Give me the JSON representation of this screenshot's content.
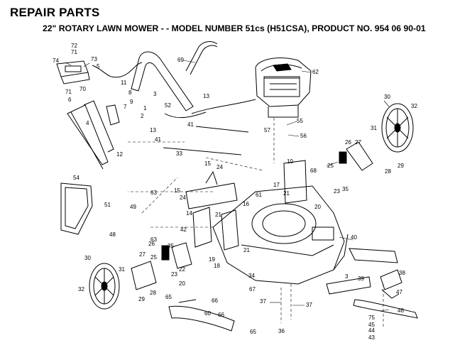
{
  "header": {
    "title": "REPAIR PARTS",
    "subtitle": "22\" ROTARY LAWN MOWER - - MODEL NUMBER 51cs (H51CSA), PRODUCT NO. 954 06 90-01"
  },
  "callouts": [
    "72",
    "71",
    "74",
    "73",
    "5",
    "70",
    "71",
    "6",
    "69",
    "62",
    "8",
    "3",
    "11",
    "9",
    "13",
    "7",
    "52",
    "1",
    "2",
    "13",
    "4",
    "41",
    "55",
    "57",
    "56",
    "30",
    "32",
    "31",
    "26",
    "27",
    "12",
    "41",
    "33",
    "25",
    "28",
    "29",
    "15",
    "24",
    "10",
    "68",
    "54",
    "23",
    "35",
    "15",
    "24",
    "63",
    "17",
    "21",
    "61",
    "20",
    "49",
    "51",
    "14",
    "21",
    "16",
    "42",
    "48",
    "63",
    "40",
    "26",
    "35",
    "27",
    "22",
    "25",
    "19",
    "21",
    "18",
    "3",
    "34",
    "30",
    "31",
    "23",
    "20",
    "39",
    "38",
    "32",
    "28",
    "29",
    "67",
    "65",
    "66",
    "60",
    "66",
    "37",
    "37",
    "47",
    "46",
    "75",
    "45",
    "44",
    "43",
    "65",
    "36"
  ]
}
